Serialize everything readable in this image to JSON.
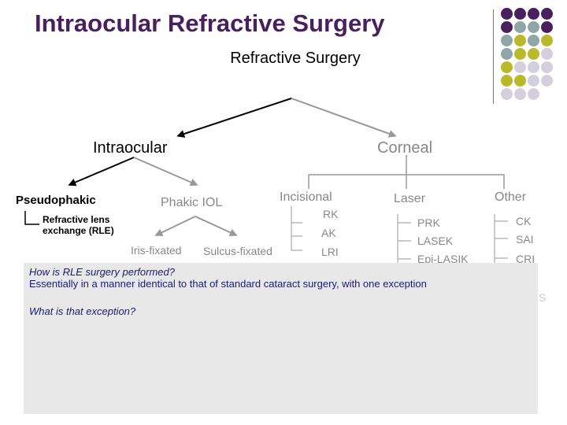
{
  "title": "Intraocular Refractive Surgery",
  "root": "Refractive Surgery",
  "intraocular": "Intraocular",
  "corneal": "Corneal",
  "pseudophakic": "Pseudophakic",
  "rle": "Refractive lens exchange (RLE)",
  "phakic_iol": "Phakic IOL",
  "iris_fixated": "Iris-fixated",
  "sulcus_fixated": "Sulcus-fixated",
  "incisional": {
    "label": "Incisional",
    "items": [
      "RK",
      "AK",
      "LRI"
    ]
  },
  "laser": {
    "label": "Laser",
    "items": [
      "PRK",
      "LASEK",
      "Epi-LASIK"
    ]
  },
  "other": {
    "label": "Other",
    "items": [
      "CK",
      "SAI",
      "CRI",
      "S"
    ]
  },
  "qa": {
    "q1": "How is RLE surgery performed?",
    "a1": "Essentially in a manner identical to that of standard cataract surgery, with one exception",
    "q2": "What is that exception?"
  },
  "colors": {
    "purple": "#4a1f5e",
    "teal": "#8fa6a6",
    "olive": "#b9b92a",
    "lavender": "#d3d0dc",
    "overlay": "#e8e8e8"
  },
  "decor_grid": [
    [
      "purple",
      "purple",
      "purple",
      "purple"
    ],
    [
      "purple",
      "teal",
      "teal",
      "purple"
    ],
    [
      "teal",
      "olive",
      "teal",
      "olive"
    ],
    [
      "teal",
      "olive",
      "olive",
      "lavender"
    ],
    [
      "olive",
      "lavender",
      "lavender",
      "lavender"
    ],
    [
      "olive",
      "olive",
      "lavender",
      "lavender"
    ],
    [
      "lavender",
      "lavender",
      "lavender",
      ""
    ],
    [
      "",
      "",
      "",
      ""
    ]
  ]
}
